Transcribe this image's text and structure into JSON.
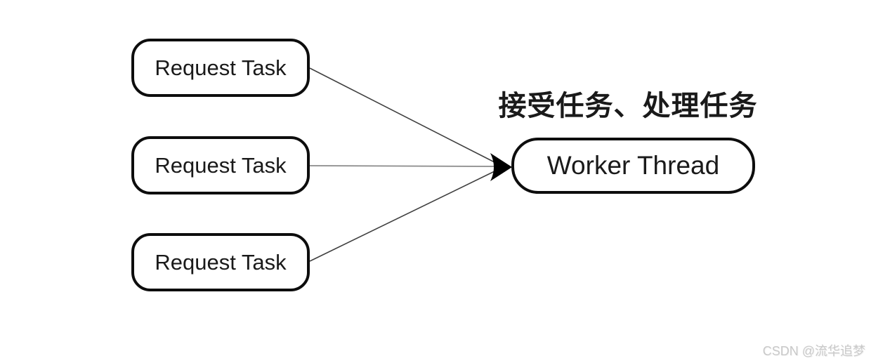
{
  "diagram": {
    "title_annotation": "接受任务、处理任务",
    "request_tasks": [
      {
        "label": "Request Task"
      },
      {
        "label": "Request Task"
      },
      {
        "label": "Request Task"
      }
    ],
    "worker": {
      "label": "Worker Thread"
    },
    "watermark": "CSDN @流华追梦",
    "colors": {
      "node_border": "#0d0d0d",
      "node_fill": "#ffffff",
      "edge_diagonal": "#3f3f3f",
      "edge_horizontal": "#8a8a8a",
      "arrowhead": "#000000",
      "watermark_text": "#c9c9c9"
    }
  }
}
